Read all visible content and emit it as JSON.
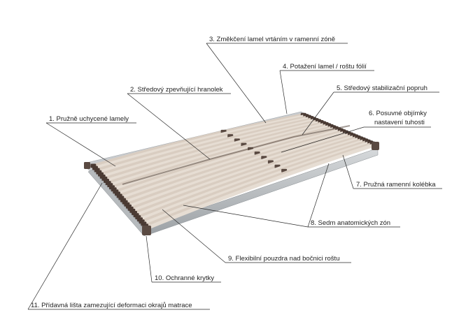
{
  "callouts": [
    {
      "id": 1,
      "text": "1. Pružně uchycené lamely"
    },
    {
      "id": 2,
      "text": "2. Středový zpevňující hranolek"
    },
    {
      "id": 3,
      "text": "3. Změkčení lamel vrtáním v ramenní zóně"
    },
    {
      "id": 4,
      "text": "4. Potažení lamel / roštu fólií"
    },
    {
      "id": 5,
      "text": "5. Středový stabilizační  popruh"
    },
    {
      "id": 6,
      "text": "6. Posuvné objímky",
      "text2": "nastavení tuhosti"
    },
    {
      "id": 7,
      "text": "7. Pružná ramenní kolébka"
    },
    {
      "id": 8,
      "text": "8. Sedm anatomických zón"
    },
    {
      "id": 9,
      "text": "9. Flexibilní pouzdra nad bočnici roštu"
    },
    {
      "id": 10,
      "text": "10. Ochranné krytky"
    },
    {
      "id": 11,
      "text": "11. Přídavná lišta zamezující deformaci okrajů matrace"
    }
  ],
  "colors": {
    "frame": "#bfc3c6",
    "frame_dark": "#8e9397",
    "slat_light": "#e9e2da",
    "slat_mid": "#d2c7bc",
    "holder": "#4a3a33",
    "cap": "#5a4a42",
    "leader": "#2a2a2a"
  }
}
